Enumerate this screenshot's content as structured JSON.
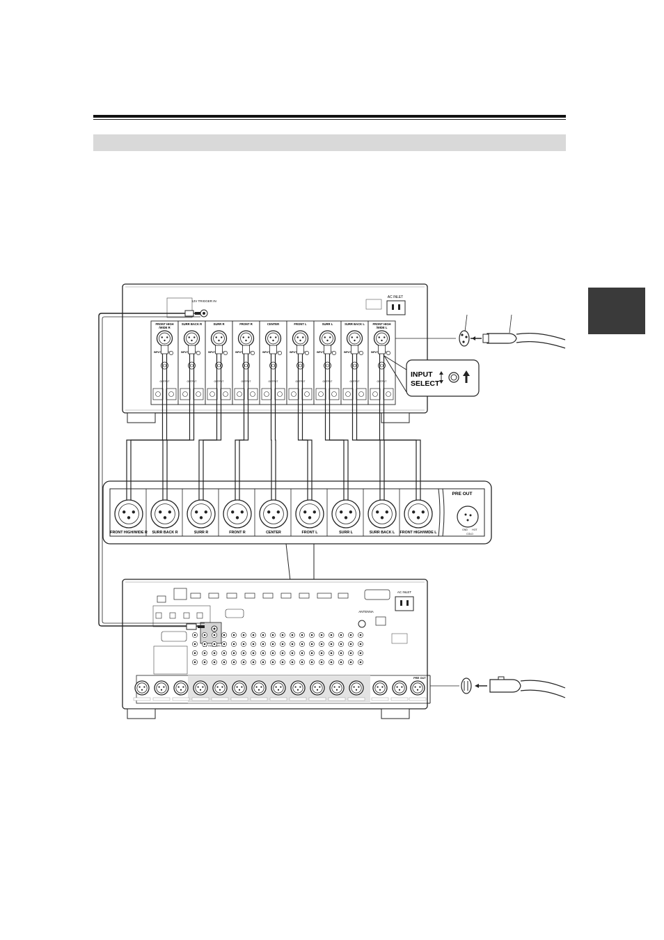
{
  "amp_channels": [
    {
      "label_line1": "FRONT HIGH",
      "label_line2": "/WIDE R",
      "input_select": "INPUT SELECT",
      "output": "OUTPUT"
    },
    {
      "label_line1": "SURR BACK R",
      "label_line2": "",
      "input_select": "INPUT SELECT",
      "output": "OUTPUT"
    },
    {
      "label_line1": "SURR R",
      "label_line2": "",
      "input_select": "INPUT SELECT",
      "output": "OUTPUT"
    },
    {
      "label_line1": "FRONT R",
      "label_line2": "",
      "input_select": "INPUT SELECT",
      "output": "OUTPUT"
    },
    {
      "label_line1": "CENTER",
      "label_line2": "",
      "input_select": "INPUT SELECT",
      "output": "OUTPUT"
    },
    {
      "label_line1": "FRONT L",
      "label_line2": "",
      "input_select": "INPUT SELECT",
      "output": "OUTPUT"
    },
    {
      "label_line1": "SURR L",
      "label_line2": "",
      "input_select": "INPUT SELECT",
      "output": "OUTPUT"
    },
    {
      "label_line1": "SURR BACK L",
      "label_line2": "",
      "input_select": "INPUT SELECT",
      "output": "OUTPUT"
    },
    {
      "label_line1": "FRONT HIGH",
      "label_line2": "/WIDE L",
      "input_select": "INPUT SELECT",
      "output": "OUTPUT"
    }
  ],
  "amp_top": {
    "ac_inlet": "AC INLET",
    "trigger": "12V TRIGGER IN"
  },
  "callout": {
    "line1": "INPUT",
    "line2": "SELECT"
  },
  "pre_out": {
    "heading": "PRE OUT",
    "channels": [
      "FRONT HIGH/WIDE R",
      "SURR BACK R",
      "SURR R",
      "FRONT R",
      "CENTER",
      "FRONT L",
      "SURR L",
      "SURR BACK L",
      "FRONT HIGH/WIDE L"
    ],
    "pin_labels": [
      "GND",
      "HOT",
      "COLD"
    ]
  },
  "receiver": {
    "ac_inlet": "AC INLET",
    "antenna": "ANTENNA",
    "trigger": "12V TRIGGER OUT",
    "pre_out": "PRE OUT"
  }
}
